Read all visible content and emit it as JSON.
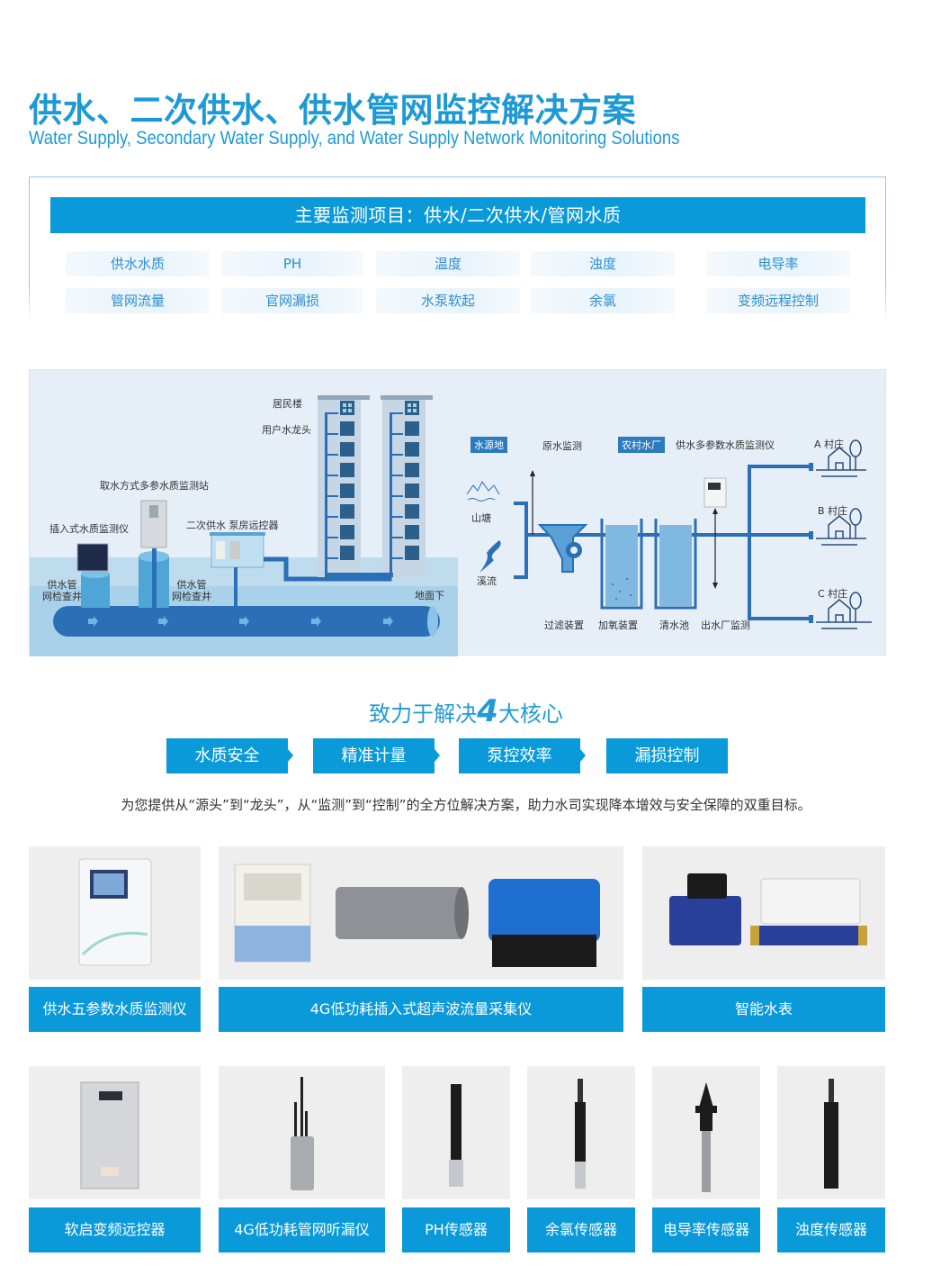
{
  "header": {
    "title_cn": "供水、二次供水、供水管网监控解决方案",
    "title_en": "Water Supply, Secondary Water Supply, and Water Supply Network Monitoring Solutions"
  },
  "monitoring": {
    "heading": "主要监测项目：供水/二次供水/管网水质",
    "items": [
      "供水水质",
      "PH",
      "温度",
      "浊度",
      "电导率",
      "管网流量",
      "官网漏损",
      "水泵软起",
      "余氯",
      "变频远程控制"
    ]
  },
  "diagram_left": {
    "building_label": "居民楼",
    "tap_label": "用户水龙头",
    "station_label": "取水方式多参水质监测站",
    "insert_label": "插入式水质监测仪",
    "pump_label": "二次供水 泵房远控器",
    "well_left": [
      "供水管",
      "网检查井"
    ],
    "well_right": [
      "供水管",
      "网检查井"
    ],
    "underground_label": "地面下"
  },
  "diagram_right": {
    "source_tag": "水源地",
    "raw_label": "原水监测",
    "plant_tag": "农村水厂",
    "instrument_label": "供水多参数水质监测仪",
    "pond_label": "山塘",
    "stream_label": "溪流",
    "filter_label": "过滤装置",
    "oxygen_label": "加氧装置",
    "clear_label": "清水池",
    "outlet_label": "出水厂监测",
    "village_a": "A 村庄",
    "village_b": "B 村庄",
    "village_c": "C 村庄"
  },
  "core": {
    "title_pre": "致力于解决",
    "title_num": "4",
    "title_post": "大核心",
    "pillars": [
      "水质安全",
      "精准计量",
      "泵控效率",
      "漏损控制"
    ],
    "tagline": "为您提供从“源头”到“龙头”，从“监测”到“控制”的全方位解决方案，助力水司实现降本增效与安全保障的双重目标。"
  },
  "products_row1": [
    {
      "label": "供水五参数水质监测仪"
    },
    {
      "label": "4G低功耗插入式超声波流量采集仪"
    },
    {
      "label": "智能水表"
    }
  ],
  "products_row2": [
    {
      "label": "软启变频远控器"
    },
    {
      "label": "4G低功耗管网听漏仪"
    },
    {
      "label": "PH传感器"
    },
    {
      "label": "余氯传感器"
    },
    {
      "label": "电导率传感器"
    },
    {
      "label": "浊度传感器"
    }
  ],
  "colors": {
    "brand_blue": "#0a9ad9",
    "title_blue": "#1d9ad6",
    "pipe_blue": "#2b6fb6"
  }
}
